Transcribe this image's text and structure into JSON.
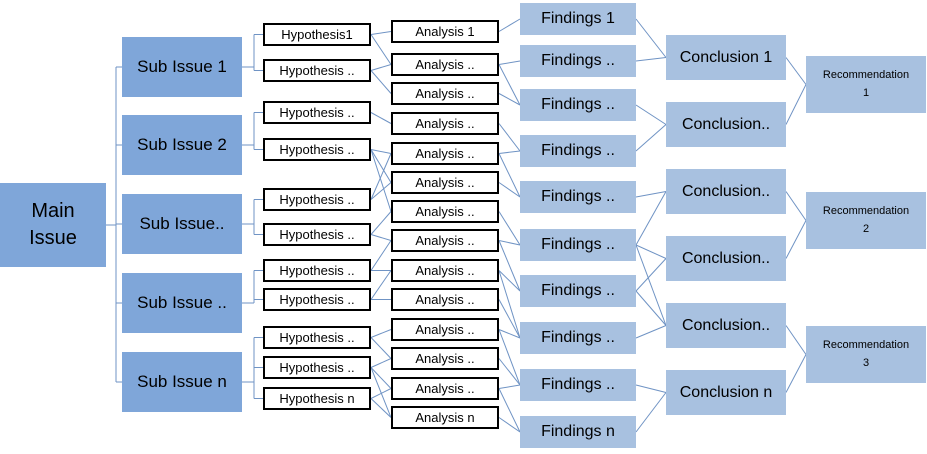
{
  "main_issue": "Main\nIssue",
  "sub_issues": [
    "Sub Issue  1",
    "Sub Issue  2",
    "Sub Issue..",
    "Sub Issue  ..",
    "Sub Issue  n"
  ],
  "hypotheses": [
    "Hypothesis1",
    "Hypothesis ..",
    "Hypothesis ..",
    "Hypothesis ..",
    "Hypothesis ..",
    "Hypothesis ..",
    "Hypothesis ..",
    "Hypothesis ..",
    "Hypothesis ..",
    "Hypothesis ..",
    "Hypothesis n"
  ],
  "analyses": [
    "Analysis 1",
    "Analysis ..",
    "Analysis ..",
    "Analysis ..",
    "Analysis ..",
    "Analysis ..",
    "Analysis ..",
    "Analysis ..",
    "Analysis ..",
    "Analysis ..",
    "Analysis ..",
    "Analysis ..",
    "Analysis ..",
    "Analysis ..",
    "Analysis n"
  ],
  "findings": [
    "Findings 1",
    "Findings ..",
    "Findings ..",
    "Findings ..",
    "Findings ..",
    "Findings ..",
    "Findings ..",
    "Findings ..",
    "Findings ..",
    "Findings n"
  ],
  "conclusions": [
    "Conclusion 1",
    "Conclusion..",
    "Conclusion..",
    "Conclusion..",
    "Conclusion..",
    "Conclusion n"
  ],
  "recommendations": [
    "Recommendation\n1",
    "Recommendation\n2",
    "Recommendation\n3"
  ],
  "colors": {
    "dark_box": "#7fa6d9",
    "light_box": "#a8c1e0",
    "connector": "#6f93c4"
  }
}
